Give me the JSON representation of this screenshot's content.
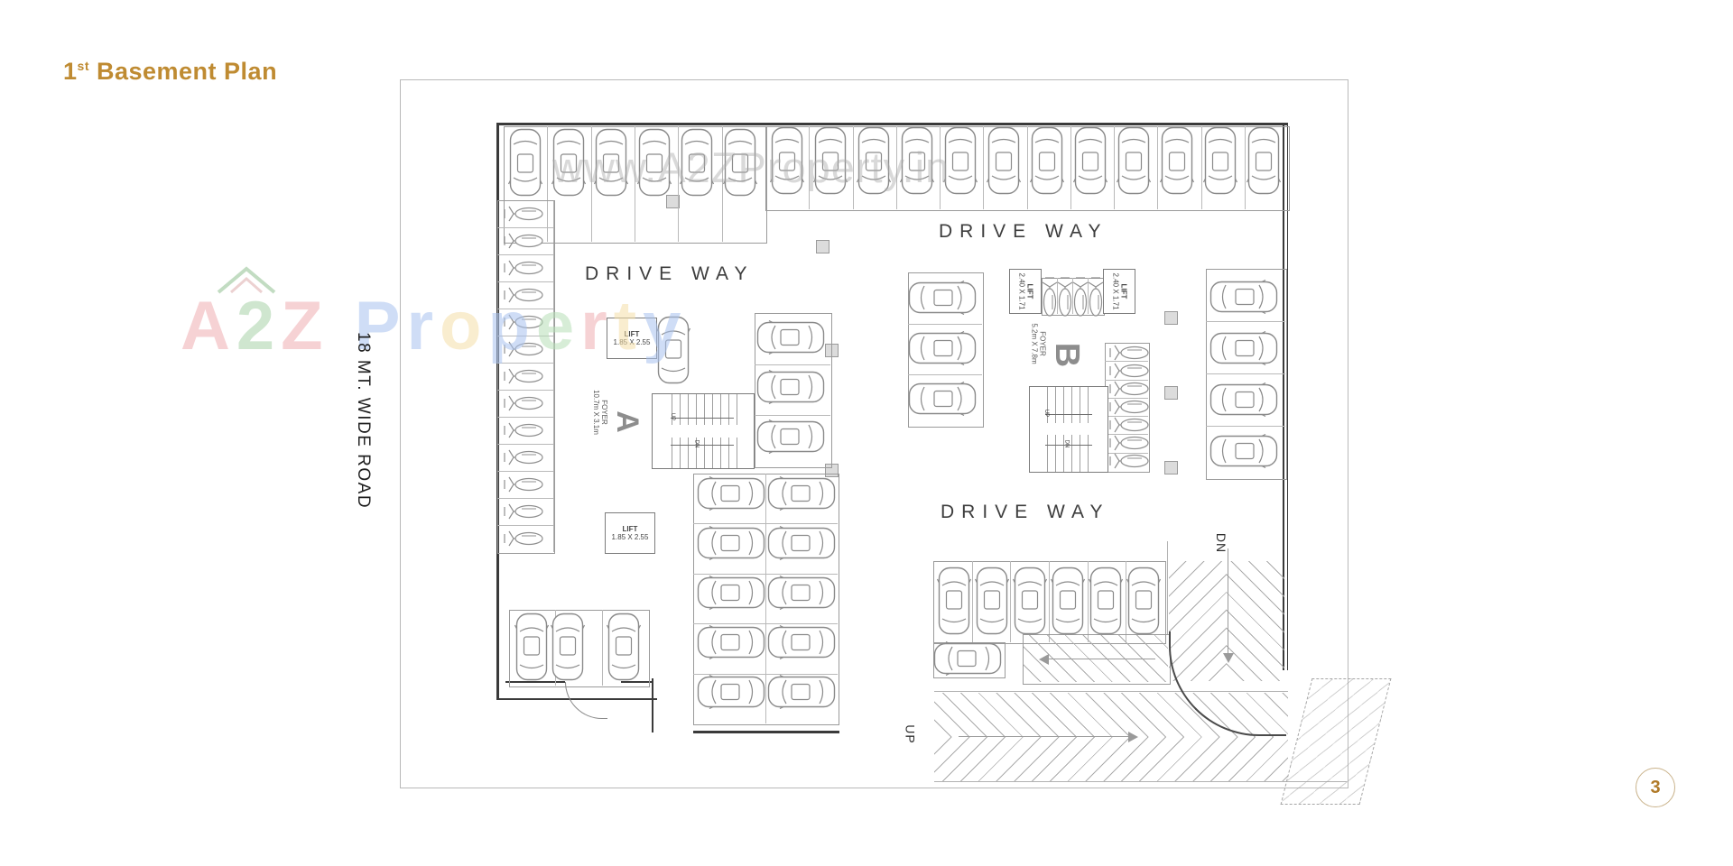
{
  "page": {
    "title": {
      "num": "1",
      "sup": "st",
      "rest": " Basement Plan"
    },
    "page_badge": "3",
    "accent_color": "#bf8b32"
  },
  "road_label": "18 MT. WIDE ROAD",
  "watermark": {
    "url_text": "www.A2ZProperty.in",
    "brand_letters": [
      {
        "ch": "A",
        "color": "#f0aeb2"
      },
      {
        "ch": "2",
        "color": "#a8d3a8"
      },
      {
        "ch": "Z",
        "color": "#f0aeb2"
      },
      {
        "ch": " ",
        "color": "#ffffff"
      },
      {
        "ch": "P",
        "color": "#a9c3ef"
      },
      {
        "ch": "r",
        "color": "#a9c3ef"
      },
      {
        "ch": "o",
        "color": "#f5dfa8"
      },
      {
        "ch": "p",
        "color": "#a9c3ef"
      },
      {
        "ch": "e",
        "color": "#b7e0b7"
      },
      {
        "ch": "r",
        "color": "#f0aeb2"
      },
      {
        "ch": "t",
        "color": "#f5dfa8"
      },
      {
        "ch": "y",
        "color": "#a9c3ef"
      }
    ]
  },
  "plan": {
    "driveway_label": "DRIVE WAY",
    "block_a": {
      "letter": "A",
      "foyer_line1": "FOYER",
      "foyer_line2": "10.7m X 3.1m",
      "lift_label": "LIFT",
      "lift_size": "1.85 X 2.55"
    },
    "block_b": {
      "letter": "B",
      "foyer_line1": "FOYER",
      "foyer_line2": "5.2m X 7.8m",
      "lift_label": "LIFT",
      "lift_size": "2.40 X 1.71"
    },
    "ramp": {
      "up": "UP",
      "down": "DN"
    },
    "stairs": {
      "up": "UP",
      "down": "DN"
    },
    "counts": {
      "car_spaces_visible": 49,
      "two_wheeler_spaces_visible": 24
    }
  }
}
